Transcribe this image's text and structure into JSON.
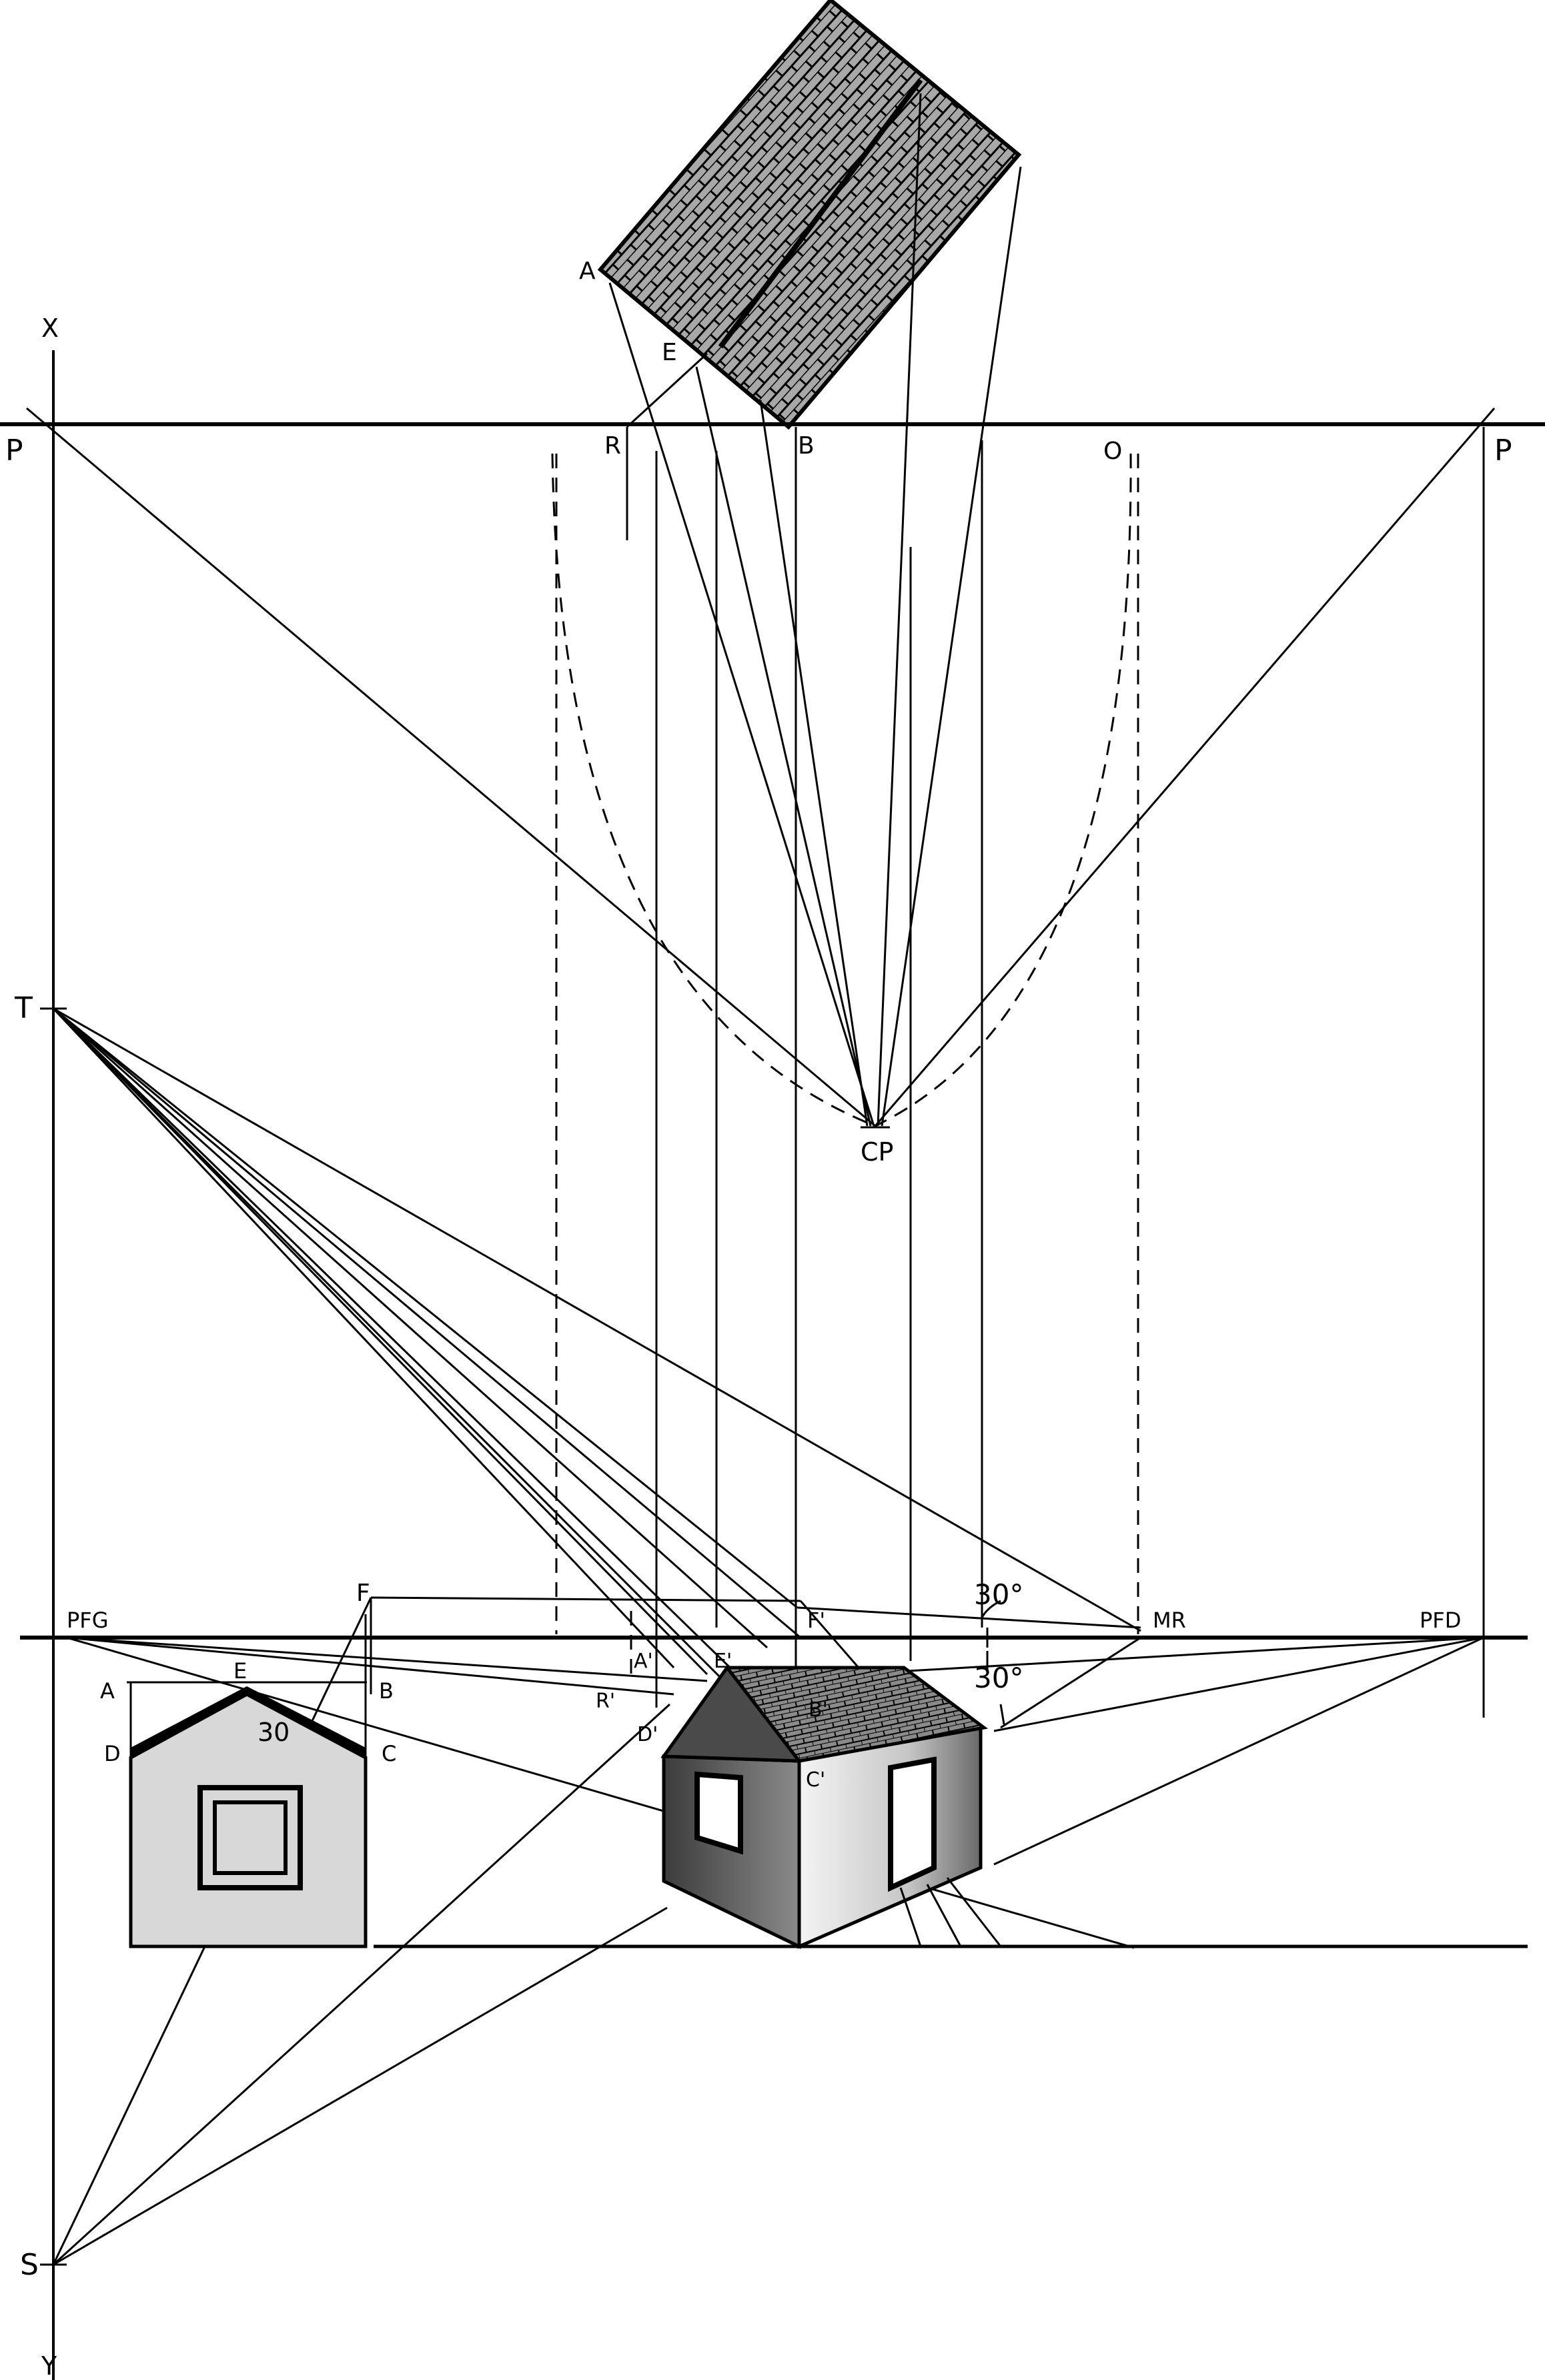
{
  "labels": {
    "x_axis_top": "X",
    "y_axis_bottom": "Y",
    "picture_plane_left": "P",
    "picture_plane_right": "P",
    "point_t": "T",
    "point_s": "S",
    "plan_a": "A",
    "plan_e": "E",
    "plane_r": "R",
    "plane_b": "B",
    "plane_o": "O",
    "center_point": "CP",
    "vanishing_left": "PFG",
    "vanishing_right": "PFD",
    "measuring_point": "MR",
    "elev_f": "F",
    "elev_a": "A",
    "elev_e": "E",
    "elev_b": "B",
    "elev_d": "D",
    "elev_c": "C",
    "elev_angle": "30",
    "persp_f": "F'",
    "persp_a": "A'",
    "persp_e": "E'",
    "persp_r": "R'",
    "persp_d": "D'",
    "persp_b": "B'",
    "persp_c": "C'",
    "angle_upper": "30°",
    "angle_lower": "30°"
  },
  "colors": {
    "ink": "#000000",
    "paper": "#ffffff",
    "wall_fill": "#d8d8d8",
    "roof_fill": "#9a9a9a",
    "wall_dark": "#5a5a5a",
    "wall_light": "#f2f2f2"
  }
}
